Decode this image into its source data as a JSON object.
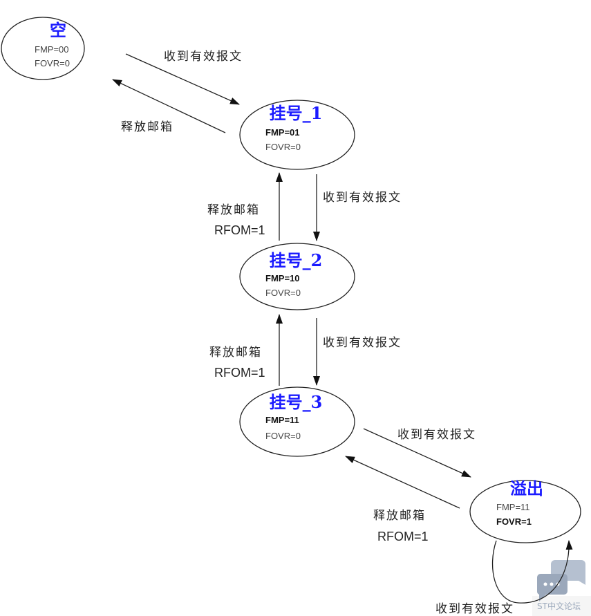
{
  "nodes": {
    "empty": {
      "title": "空",
      "fmp": "FMP=00",
      "fovr": "FOVR=0"
    },
    "pending1": {
      "title": "挂号_1",
      "fmp": "FMP=01",
      "fovr": "FOVR=0"
    },
    "pending2": {
      "title": "挂号_2",
      "fmp": "FMP=10",
      "fovr": "FOVR=0"
    },
    "pending3": {
      "title": "挂号_3",
      "fmp": "FMP=11",
      "fovr": "FOVR=0"
    },
    "overflow": {
      "title": "溢出",
      "fmp": "FMP=11",
      "fovr": "FOVR=1"
    }
  },
  "edges": {
    "receive": "收到有效报文",
    "release": "释放邮箱",
    "rfom": "RFOM=1"
  },
  "watermark": "ST中文论坛",
  "colors": {
    "title": "#1a1aff",
    "line": "#222222"
  }
}
